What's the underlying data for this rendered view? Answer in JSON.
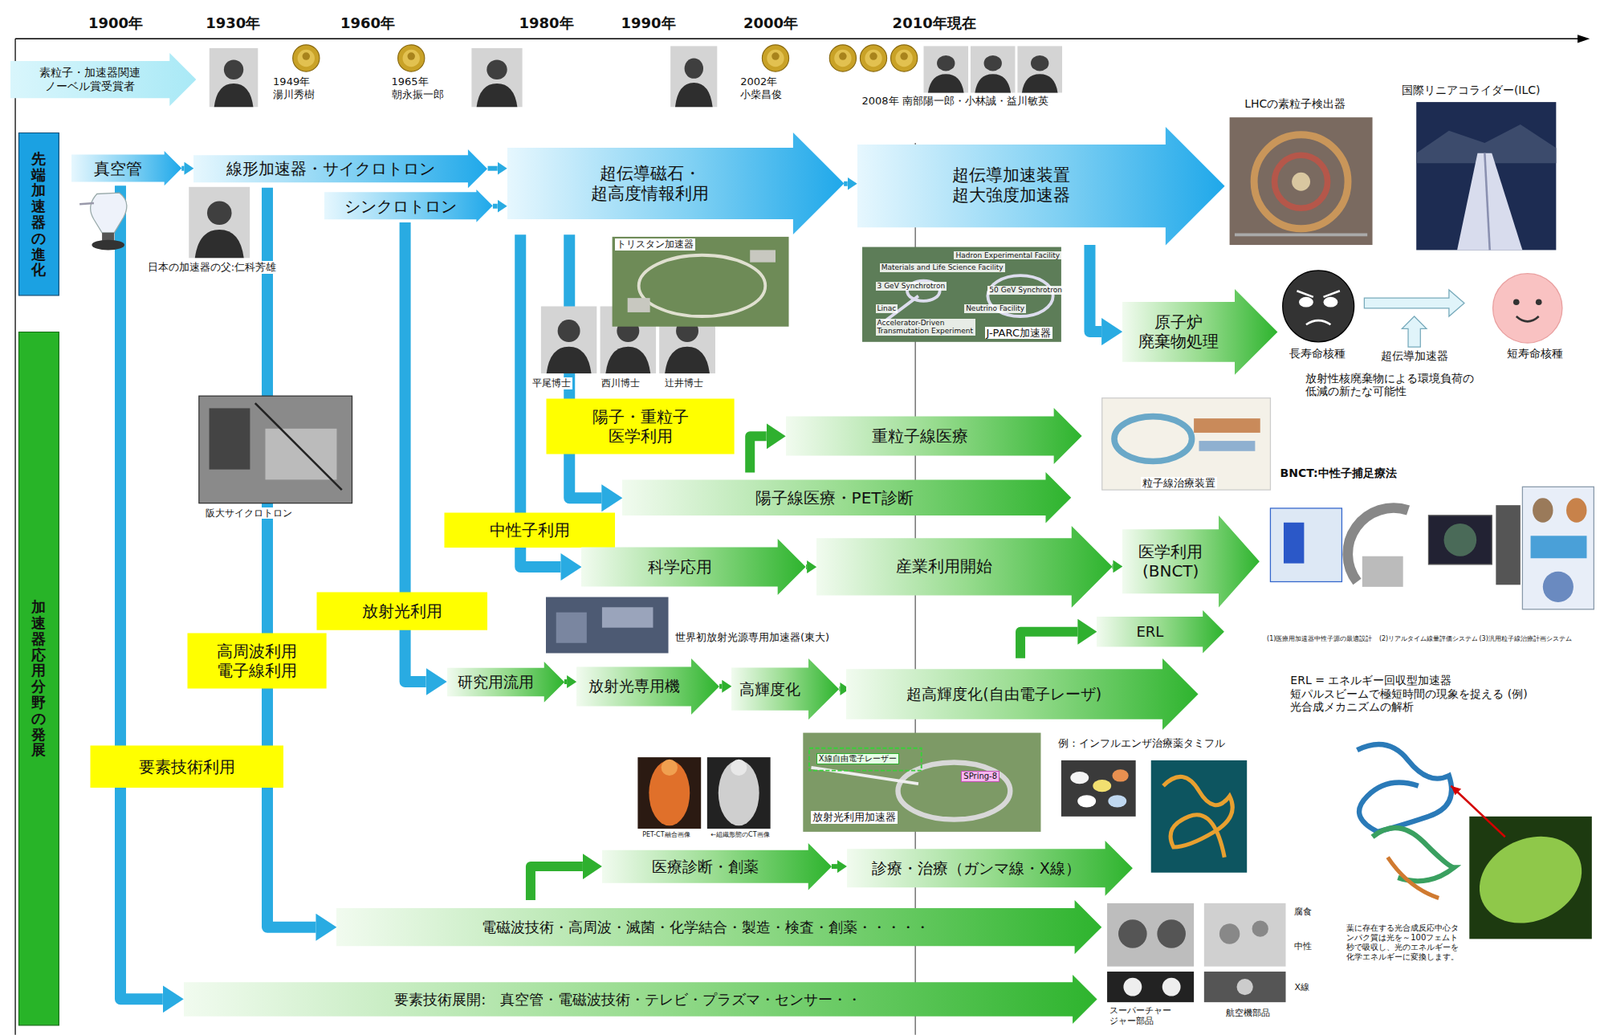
{
  "diagram": {
    "nodes": [
      {
        "text": [
          "素粒子・加速器関連 ノーベル賞受賞者"
        ]
      },
      {
        "text": [
          "先端加速器の進化"
        ]
      },
      {
        "text": [
          "真空管"
        ]
      },
      {
        "text": [
          "線形加速器・サイクロトロン"
        ]
      },
      {
        "text": [
          "シンクロトロン"
        ]
      },
      {
        "text": [
          "超伝導磁石・ 超高度情報利用"
        ]
      },
      {
        "text": [
          "超伝導加速装置 超大強度加速器"
        ]
      },
      {
        "text": [
          "原子炉 廃棄物処理"
        ]
      },
      {
        "text": [
          "加速器応用分野の発展"
        ]
      },
      {
        "text": [
          "陽子・重粒子 医学利用"
        ]
      },
      {
        "text": [
          "重粒子線医療"
        ]
      },
      {
        "text": [
          "陽子線医療・PET診断"
        ]
      },
      {
        "text": [
          "中性子利用"
        ]
      },
      {
        "text": [
          "科学応用"
        ]
      },
      {
        "text": [
          "産業利用開始"
        ]
      },
      {
        "text": [
          "医学利用 (BNCT)"
        ]
      },
      {
        "text": [
          "放射光利用"
        ]
      },
      {
        "text": [
          "ERL"
        ]
      },
      {
        "text": [
          "高周波利用 電子線利用"
        ]
      },
      {
        "text": [
          "研究用流用"
        ]
      },
      {
        "text": [
          "放射光専用機"
        ]
      },
      {
        "text": [
          "高輝度化"
        ]
      },
      {
        "text": [
          "超高輝度化(自由電子レーザ)"
        ]
      },
      {
        "text": [
          "要素技術利用"
        ]
      },
      {
        "text": [
          "医療診断・創薬"
        ]
      },
      {
        "text": [
          "診療・治療（ガンマ線・X線）"
        ]
      },
      {
        "text": [
          "電磁波技術・高周波・滅菌・化学結合・製造・検査・創薬・・・・・"
        ]
      },
      {
        "text": [
          "要素技術展開:　真空管・電磁波技術・テレビ・プラズマ・センサー・・"
        ]
      }
    ],
    "edges": [
      {
        "from": 2,
        "to": 3,
        "arrow": "to"
      },
      {
        "from": 3,
        "to": 5,
        "arrow": "to"
      },
      {
        "from": 4,
        "to": 5,
        "arrow": "to"
      },
      {
        "from": 5,
        "to": 6,
        "arrow": "to"
      },
      {
        "from": 6,
        "to": 7,
        "arrow": "to"
      },
      {
        "from": 2,
        "to": 27,
        "arrow": "to"
      },
      {
        "from": 3,
        "to": 26,
        "arrow": "to"
      },
      {
        "from": 4,
        "to": 19,
        "arrow": "to"
      },
      {
        "from": 5,
        "to": 11,
        "arrow": "to"
      },
      {
        "from": 5,
        "to": 13,
        "arrow": "to"
      },
      {
        "from": 11,
        "to": 10,
        "arrow": "to"
      },
      {
        "from": 13,
        "to": 14,
        "arrow": "to"
      },
      {
        "from": 14,
        "to": 15,
        "arrow": "to"
      },
      {
        "from": 22,
        "to": 17,
        "arrow": "to"
      },
      {
        "from": 19,
        "to": 20,
        "arrow": "to"
      },
      {
        "from": 20,
        "to": 21,
        "arrow": "to"
      },
      {
        "from": 21,
        "to": 22,
        "arrow": "to"
      },
      {
        "from": 26,
        "to": 24,
        "arrow": "to"
      },
      {
        "from": 24,
        "to": 25,
        "arrow": "to"
      }
    ],
    "labels": [
      "1900年",
      "1930年",
      "1960年",
      "1980年",
      "1990年",
      "2000年",
      "2010年現在",
      "1949年 湯川秀樹",
      "1965年 朝永振一郎",
      "2002年 小柴昌俊",
      "2008年 南部陽一郎・小林誠・益川敏英",
      "LHCの素粒子検出器",
      "国際リニアコライダー(ILC)",
      "日本の加速器の父:仁科芳雄",
      "トリスタン加速器",
      "Hadron Experimental Facility",
      "Materials and Life Science Facility",
      "3 GeV Synchrotron",
      "Neutrino Facility",
      "50 GeV Synchrotron",
      "Linac",
      "Accelerator-Driven Transmutation Experiment",
      "J-PARC加速器",
      "長寿命核種",
      "超伝導加速器",
      "短寿命核種",
      "放射性核廃棄物による環境負荷の 低減の新たな可能性",
      "平尾博士",
      "西川博士",
      "辻井博士",
      "阪大サイクロトロン",
      "粒子線治療装置",
      "BNCT:中性子捕足療法",
      "(1)医療用加速器中性子源の最適設計",
      "(2)リアルタイム線量評価システム",
      "(3)汎用粒子線治療計画システム",
      "世界初放射光源専用加速器(東大)",
      "ERL = エネルギー回収型加速器 短パルスビームで極短時間の現象を捉える (例)光合成メカニズムの解析",
      "X線自由電子レーザー",
      "SPring-8",
      "放射光利用加速器",
      "例：インフルエンザ治療薬タミフル",
      "PET-CT融合画像",
      "←組織形態のCT画像",
      "葉に存在する光合成反応中心タンパク質は光を～100フェムト秒で吸収し、光のエネルギーを化学エネルギーに変換します。",
      "腐食",
      "中性",
      "X線",
      "スーパーチャージャー部品",
      "航空機部品"
    ]
  }
}
